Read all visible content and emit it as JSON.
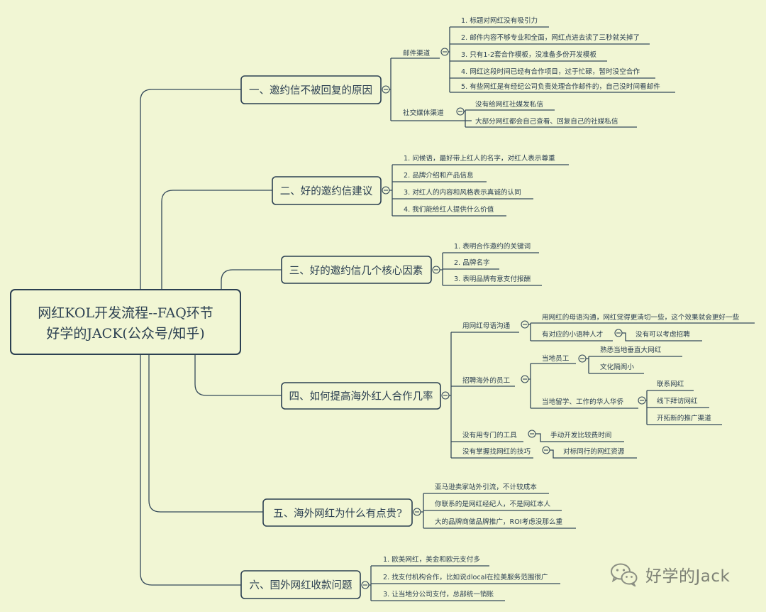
{
  "root": {
    "line1": "网红KOL开发流程--FAQ环节",
    "line2": "好学的JACK(公众号/知乎)"
  },
  "topics": [
    {
      "label": "一、邀约信不被回复的原因",
      "subtopics": [
        {
          "label": "邮件渠道",
          "children": [
            "1. 标题对网红没有吸引力",
            "2. 邮件内容不够专业和全面，网红点进去读了三秒就关掉了",
            "3. 只有1-2套合作模板，没准备多份开发模板",
            "4. 网红这段时间已经有合作项目，过于忙碌，暂时没空合作",
            "5. 有些网红是有经纪公司负责处理合作邮件的，自己没时间看邮件"
          ]
        },
        {
          "label": "社交媒体渠道",
          "children": [
            "没有给网红社媒发私信",
            "大部分网红都会自己查看、回复自己的社媒私信"
          ]
        }
      ]
    },
    {
      "label": "二、好的邀约信建议",
      "children": [
        "1. 问候语，最好带上红人的名字，对红人表示尊重",
        "2. 品牌介绍和产品信息",
        "3. 对红人的内容和风格表示真诚的认同",
        "4. 我们能给红人提供什么价值"
      ]
    },
    {
      "label": "三、好的邀约信几个核心因素",
      "children": [
        "1. 表明合作邀约的关键词",
        "2. 品牌名字",
        "3. 表明品牌有意支付报酬"
      ]
    },
    {
      "label": "四、如何提高海外红人合作几率",
      "subtopics": [
        {
          "label": "用网红母语沟通",
          "children": [
            "用网红的母语沟通，网红觉得更清切一些，这个效果就会更好一些",
            "有对应的小语种人才"
          ],
          "note": "没有可以考虑招聘"
        },
        {
          "label": "招聘海外的员工",
          "groups": [
            {
              "label": "当地员工",
              "children": [
                "熟悉当地垂直大网红",
                "文化隔阂小"
              ]
            },
            {
              "label": "当地留学、工作的华人华侨",
              "children": [
                "联系网红",
                "线下拜访网红",
                "开拓新的推广渠道"
              ]
            }
          ]
        },
        {
          "label": "没有用专门的工具",
          "children": [
            "手动开发比较费时间"
          ]
        },
        {
          "label": "没有掌握找网红的技巧",
          "children": [
            "对标同行的网红资源"
          ]
        }
      ]
    },
    {
      "label": "五、海外网红为什么有点贵?",
      "children": [
        "亚马逊卖家站外引流，不计较成本",
        "你联系的是网红经纪人，不是网红本人",
        "大的品牌商做品牌推广，ROI考虑没那么重"
      ]
    },
    {
      "label": "六、国外网红收款问题",
      "children": [
        "1. 欧美网红，美金和欧元支付多",
        "2. 找支付机构合作，比如说dlocal在拉美服务范围很广",
        "3. 让当地分公司支付，总部统一销账"
      ]
    }
  ],
  "watermark": {
    "text": "好学的Jack",
    "icon": "wechat-icon"
  },
  "colors": {
    "background": "#f1f6d4",
    "line": "#34495a",
    "text": "#2c4052"
  }
}
